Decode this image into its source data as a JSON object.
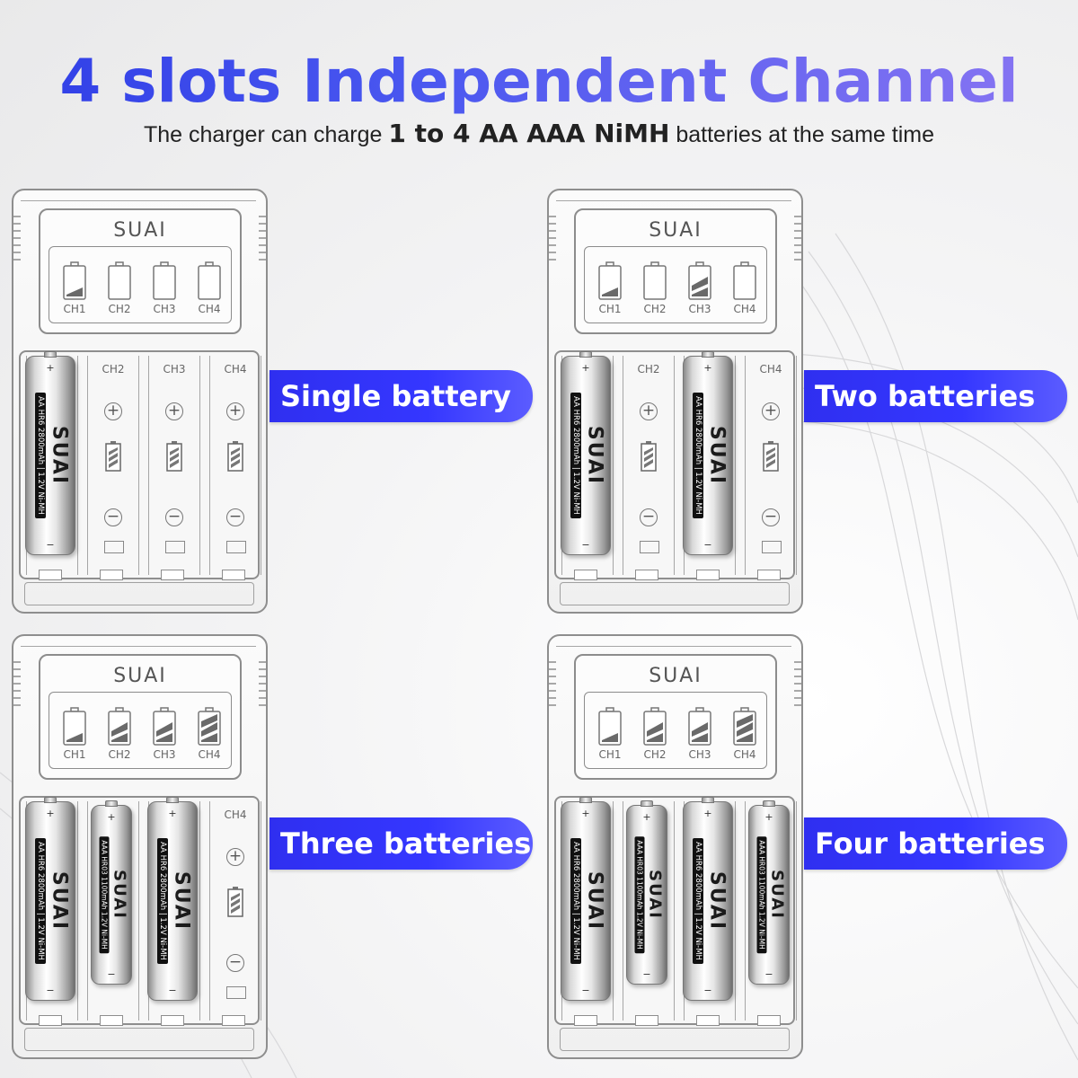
{
  "headline": "4 slots Independent Channel",
  "subline": {
    "pre": "The charger can charge",
    "bold": "1 to 4 AA AAA NiMH",
    "post": "batteries at the same time"
  },
  "brand": "SUAI",
  "channel_labels": [
    "CH1",
    "CH2",
    "CH3",
    "CH4"
  ],
  "battery": {
    "aa_label": "AA HR6 2800mAh | 1.2V Ni-MH",
    "aaa_label": "AAA HR03 1100mAh 1.2V Ni-MH",
    "logo": "SUAI",
    "plus": "+",
    "minus": "−"
  },
  "panels": [
    {
      "callout": "Single battery",
      "indicator_levels": [
        1,
        0,
        0,
        0
      ],
      "slots": [
        "AA",
        "",
        "",
        ""
      ]
    },
    {
      "callout": "Two batteries",
      "indicator_levels": [
        1,
        0,
        2,
        0
      ],
      "slots": [
        "AA",
        "",
        "AA",
        ""
      ]
    },
    {
      "callout": "Three batteries",
      "indicator_levels": [
        1,
        2,
        2,
        3
      ],
      "slots": [
        "AA",
        "AAA",
        "AA",
        ""
      ]
    },
    {
      "callout": "Four batteries",
      "indicator_levels": [
        1,
        2,
        2,
        3
      ],
      "slots": [
        "AA",
        "AAA",
        "AA",
        "AAA"
      ]
    }
  ],
  "colors": {
    "accent": "#3537ff",
    "headline_start": "#2f3ee6",
    "headline_end": "#8a76f2",
    "outline": "#8e8e8e",
    "indicator_fill": "#6a6a6a"
  }
}
